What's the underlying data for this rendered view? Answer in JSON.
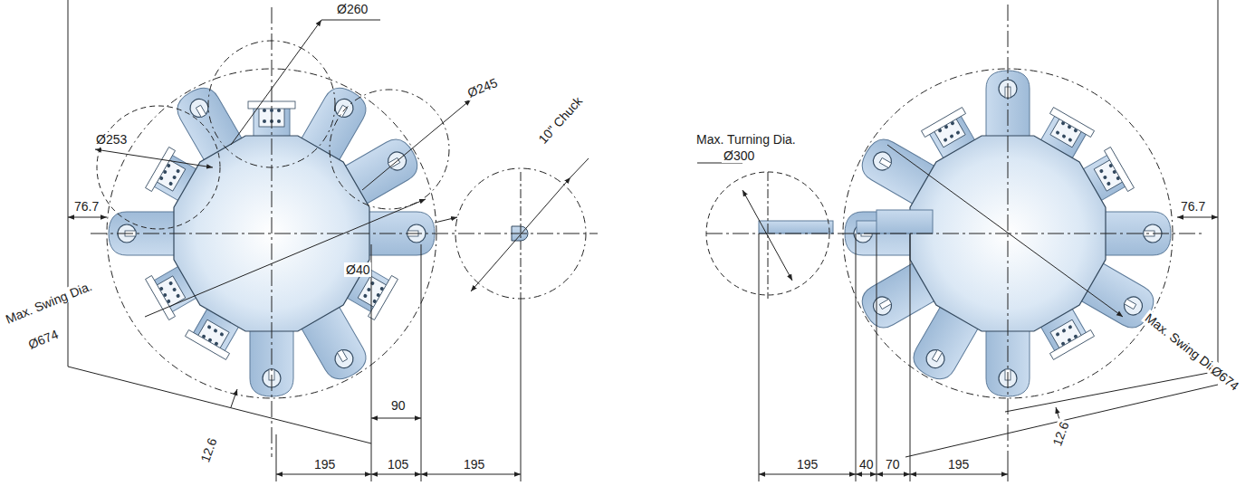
{
  "diagram": {
    "labels": [
      "Ø260",
      "Ø245",
      "Ø253",
      "10\" Chuck",
      "76.7",
      "Ø40",
      "Max. Swing Dia.",
      "Ø674",
      "12.6",
      "90",
      "195",
      "105",
      "195",
      "Max. Turning Dia.",
      "Ø300",
      "76.7",
      "Max. Swing Dia.",
      "Ø674",
      "12.6",
      "195",
      "40",
      "70",
      "195"
    ]
  }
}
